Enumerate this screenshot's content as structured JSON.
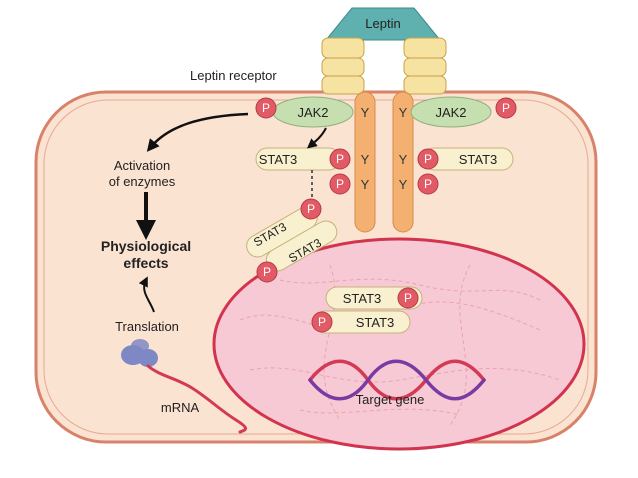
{
  "labels": {
    "leptin": "Leptin",
    "leptin_receptor": "Leptin receptor",
    "jak2": "JAK2",
    "stat3": "STAT3",
    "phosphate": "P",
    "tyrosine": "Y",
    "activation_line1": "Activation",
    "activation_line2": "of enzymes",
    "physiological_line1": "Physiological",
    "physiological_line2": "effects",
    "translation": "Translation",
    "mrna": "mRNA",
    "target_gene": "Target gene"
  },
  "colors": {
    "cell_fill": "#fbe3d2",
    "cell_stroke": "#d9826a",
    "nucleus_fill": "#f6c9d4",
    "nucleus_stroke": "#d2344f",
    "leptin_fill": "#5fb1b0",
    "receptor_yellow": "#f7e3a1",
    "receptor_orange": "#f4b071",
    "jak2_fill": "#c6dfb1",
    "stat3_fill": "#f8f0cf",
    "phosphate_fill": "#e25a66",
    "dna_red": "#d23a56",
    "dna_purple": "#7b3aa3",
    "mrna_red": "#d23a56",
    "ribosome": "#7e88c4"
  }
}
